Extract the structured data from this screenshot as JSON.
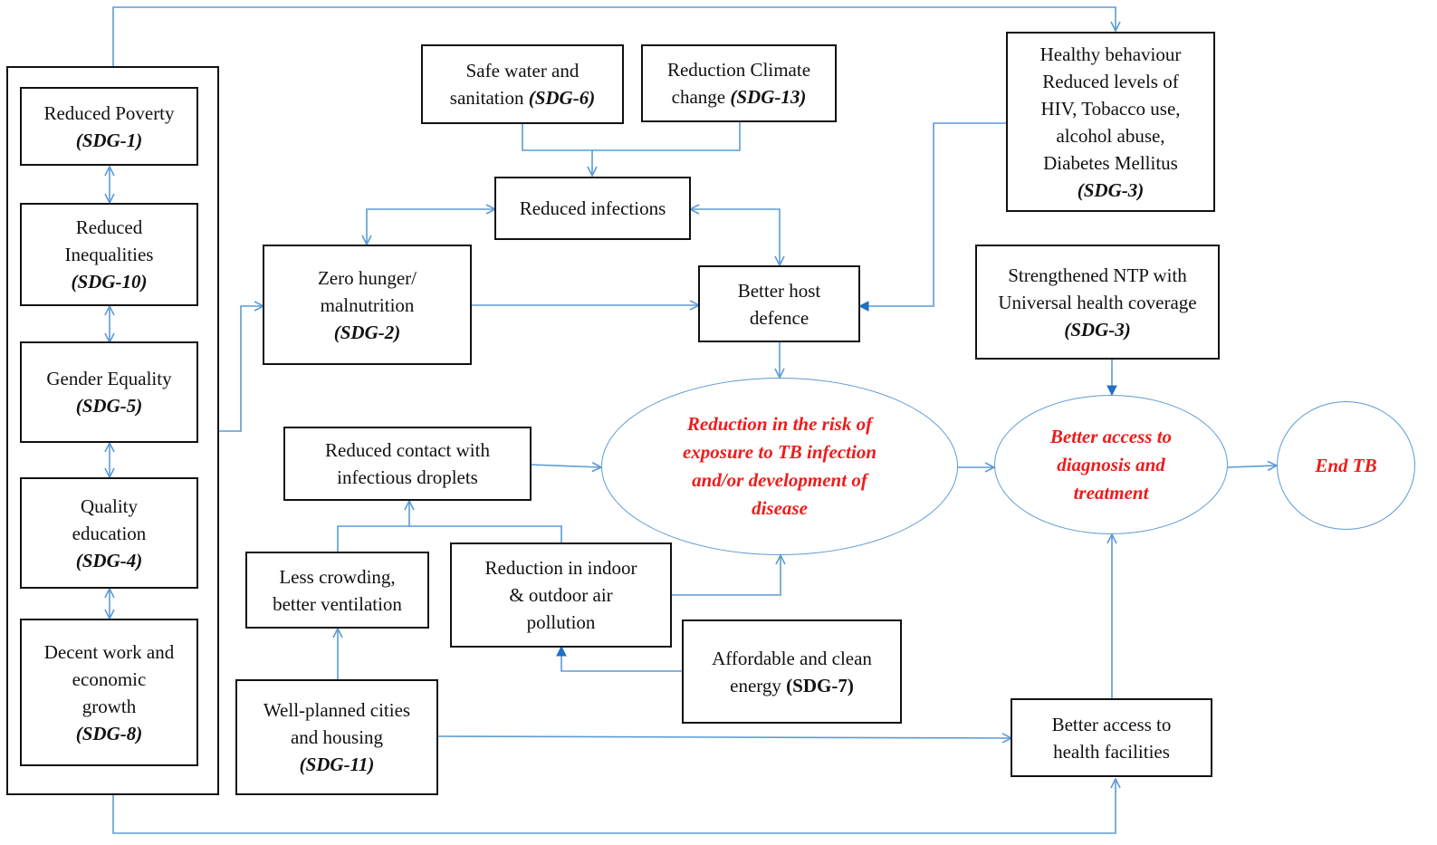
{
  "outer_group": {
    "poverty": {
      "text": "Reduced Poverty",
      "sdg": "(SDG-1)"
    },
    "inequalities": {
      "line1": "Reduced",
      "line2": "Inequalities",
      "sdg": "(SDG-10)"
    },
    "gender": {
      "text": "Gender Equality",
      "sdg": "(SDG-5)"
    },
    "education": {
      "line1": "Quality",
      "line2": "education",
      "sdg": "(SDG-4)"
    },
    "work": {
      "line1": "Decent work and",
      "line2": "economic",
      "line3": "growth",
      "sdg": "(SDG-8)"
    }
  },
  "water": {
    "line1": "Safe water and",
    "line2_prefix": "sanitation ",
    "sdg": "(SDG-6)"
  },
  "climate": {
    "line1": "Reduction Climate",
    "line2_prefix": "change ",
    "sdg": "(SDG-13)"
  },
  "healthy": {
    "line1": "Healthy behaviour",
    "line2": "Reduced levels of",
    "line3": "HIV, Tobacco use,",
    "line4": "alcohol abuse,",
    "line5": "Diabetes Mellitus",
    "sdg": "(SDG-3)"
  },
  "infections": {
    "text": "Reduced infections"
  },
  "hunger": {
    "line1": "Zero hunger/",
    "line2": "malnutrition",
    "sdg": "(SDG-2)"
  },
  "host": {
    "line1": "Better host",
    "line2": "defence"
  },
  "ntp": {
    "line1": "Strengthened NTP with",
    "line2": "Universal health coverage",
    "sdg": "(SDG-3)"
  },
  "contact": {
    "line1": "Reduced contact with",
    "line2": "infectious droplets"
  },
  "risk": {
    "line1": "Reduction in the risk of",
    "line2": "exposure to TB infection",
    "line3": "and/or development of",
    "line4": "disease"
  },
  "access_dx": {
    "line1": "Better access to",
    "line2": "diagnosis and",
    "line3": "treatment"
  },
  "end_tb": {
    "text": "End TB"
  },
  "crowding": {
    "line1": "Less crowding,",
    "line2": "better ventilation"
  },
  "pollution": {
    "line1": "Reduction in indoor",
    "line2": "& outdoor air",
    "line3": "pollution"
  },
  "energy": {
    "line1": "Affordable and clean",
    "line2_prefix": "energy ",
    "sdg": "(SDG-7)"
  },
  "cities": {
    "line1": "Well-planned cities",
    "line2": "and housing",
    "sdg": "(SDG-11)"
  },
  "facilities": {
    "line1": "Better access to",
    "line2": "health facilities"
  },
  "colors": {
    "arrow": "#5b9bd5",
    "outcome_text": "#ee1c1c",
    "box_border": "#111111"
  }
}
